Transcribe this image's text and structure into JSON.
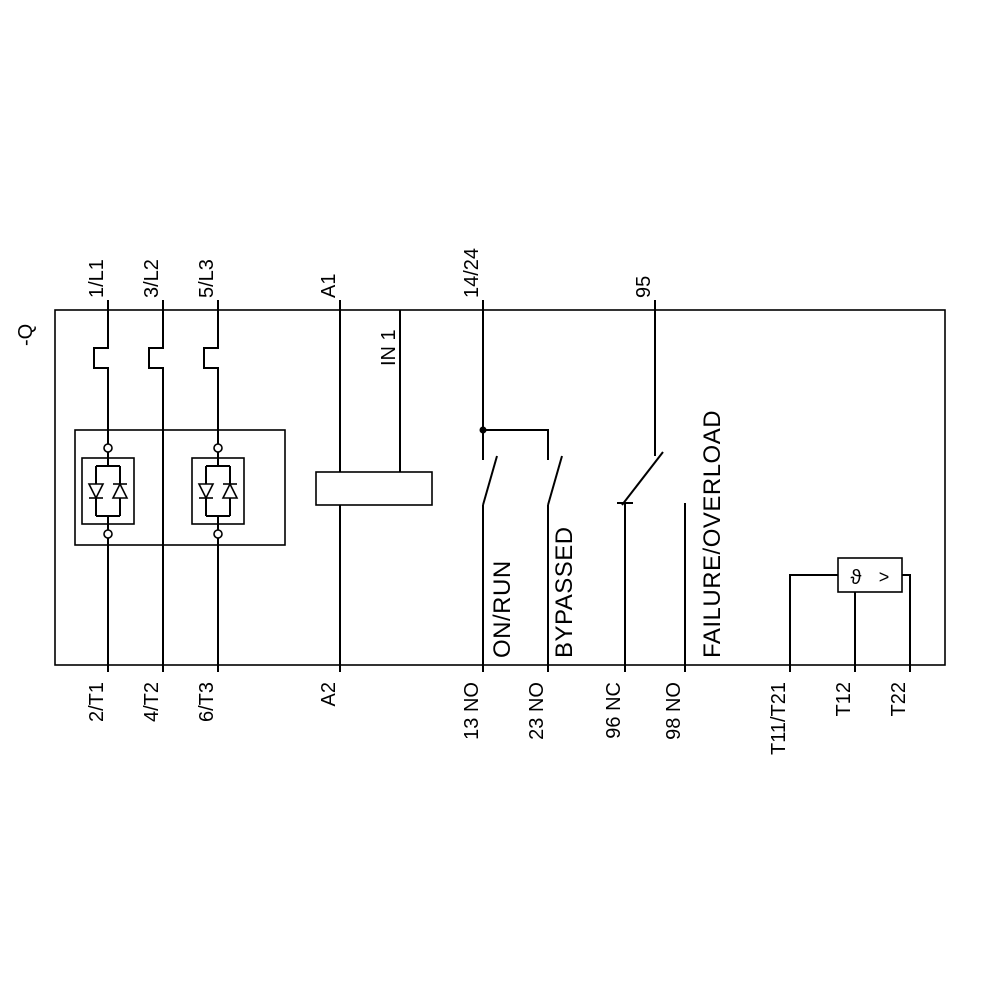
{
  "device": {
    "reference": "-Q"
  },
  "terminals": {
    "top": [
      "1/L1",
      "3/L2",
      "5/L3",
      "A1",
      "14/24",
      "95"
    ],
    "bottom": [
      "2/T1",
      "4/T2",
      "6/T3",
      "A2",
      "13 NO",
      "23 NO",
      "96 NC",
      "98 NO",
      "T11/T21",
      "T12",
      "T22"
    ]
  },
  "labels": {
    "control_input": "IN 1",
    "on_run": "ON/RUN",
    "bypassed": "BYPASSED",
    "failure_overload": "FAILURE/OVERLOAD",
    "thermistor_theta": "ϑ",
    "thermistor_gt": ">"
  },
  "colors": {
    "line": "#000000",
    "background": "#ffffff"
  }
}
